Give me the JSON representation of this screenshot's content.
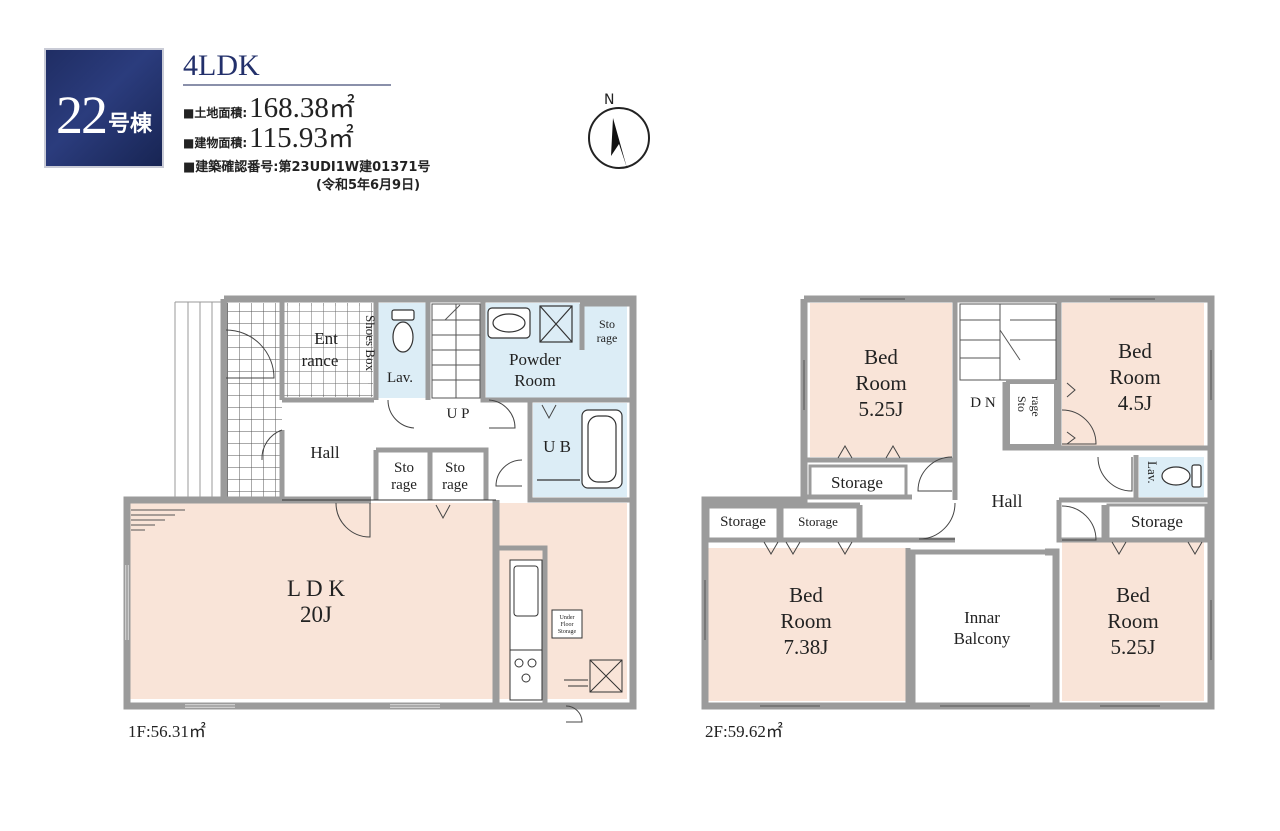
{
  "header": {
    "building_number": "22",
    "building_suffix": "号棟",
    "layout_type": "4LDK",
    "land_area_label": "■土地面積:",
    "land_area_value": "168.38",
    "building_area_label": "■建物面積:",
    "building_area_value": "115.93",
    "area_unit": "㎡",
    "permit_line": "■建築確認番号:第23UDI1W建01371号",
    "permit_date": "(令和5年6月9日)"
  },
  "compass": {
    "label": "N"
  },
  "floor1": {
    "area_label": "1F:56.31㎡",
    "rooms": {
      "entrance_1": "Ent",
      "entrance_2": "rance",
      "shoes_box": "Shoes Box",
      "lav": "Lav.",
      "up": "U P",
      "powder_1": "Powder",
      "powder_2": "Room",
      "storage_small_1": "Sto",
      "storage_small_2": "rage",
      "ub": "U B",
      "hall": "Hall",
      "storage_a_1": "Sto",
      "storage_a_2": "rage",
      "storage_b_1": "Sto",
      "storage_b_2": "rage",
      "ldk_1": "L D K",
      "ldk_2": "20J",
      "underfloor_1": "Under",
      "underfloor_2": "Floor",
      "underfloor_3": "Storage"
    }
  },
  "floor2": {
    "area_label": "2F:59.62㎡",
    "rooms": {
      "bed1_1": "Bed",
      "bed1_2": "Room",
      "bed1_3": "5.25J",
      "bed2_1": "Bed",
      "bed2_2": "Room",
      "bed2_3": "4.5J",
      "dn": "D N",
      "sto_1": "Sto",
      "sto_2": "rage",
      "storage_top": "Storage",
      "hall": "Hall",
      "lav": "Lav.",
      "storage_l1": "Storage",
      "storage_l2": "Storage",
      "storage_r": "Storage",
      "bed3_1": "Bed",
      "bed3_2": "Room",
      "bed3_3": "7.38J",
      "balcony_1": "Innar",
      "balcony_2": "Balcony",
      "bed4_1": "Bed",
      "bed4_2": "Room",
      "bed4_3": "5.25J"
    }
  },
  "colors": {
    "room_pink": "#f9e4d8",
    "wet_blue": "#dcedf6",
    "wall_gray": "#9b9b9b",
    "badge_navy": "#1f2d63"
  }
}
